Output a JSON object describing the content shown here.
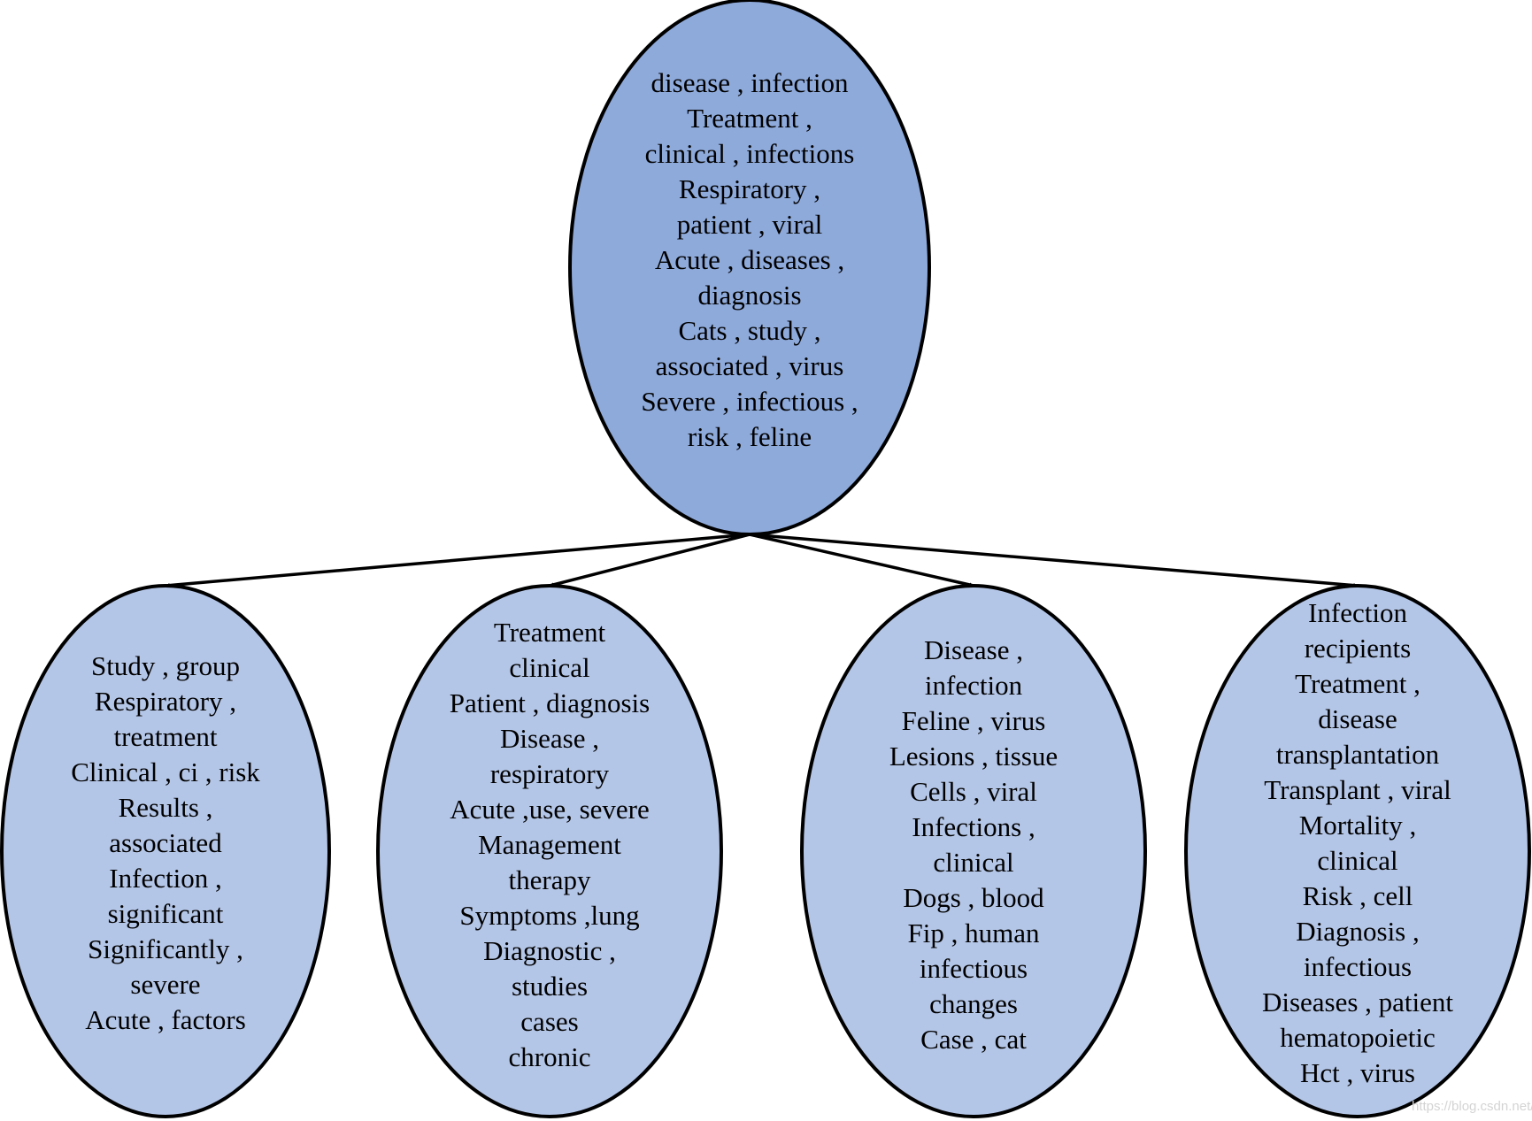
{
  "diagram": {
    "type": "tree",
    "root": {
      "id": "root",
      "lines": [
        "disease , infection",
        "Treatment ,",
        "clinical , infections",
        "Respiratory ,",
        "patient , viral",
        "Acute , diseases ,",
        "diagnosis",
        "Cats , study ,",
        "associated , virus",
        "Severe , infectious ,",
        "risk , feline"
      ],
      "fill": "#8EAADB"
    },
    "children": [
      {
        "id": "child-1",
        "lines": [
          "Study , group",
          "Respiratory ,",
          "treatment",
          "Clinical , ci , risk",
          "Results ,",
          "associated",
          "Infection ,",
          "significant",
          "Significantly ,",
          "severe",
          "Acute , factors"
        ],
        "fill": "#B4C6E7"
      },
      {
        "id": "child-2",
        "lines": [
          "Treatment",
          "clinical",
          "Patient , diagnosis",
          "Disease ,",
          "respiratory",
          "Acute ,use, severe",
          "Management",
          "therapy",
          "Symptoms ,lung",
          "Diagnostic ,",
          "studies",
          "cases",
          "chronic"
        ],
        "fill": "#B4C6E7"
      },
      {
        "id": "child-3",
        "lines": [
          "Disease ,",
          "infection",
          "Feline , virus",
          "Lesions , tissue",
          "Cells , viral",
          "Infections ,",
          "clinical",
          "Dogs , blood",
          "Fip , human",
          "infectious",
          "changes",
          "Case , cat"
        ],
        "fill": "#B4C6E7"
      },
      {
        "id": "child-4",
        "lines": [
          "Infection",
          "recipients",
          "Treatment ,",
          "disease",
          "transplantation",
          "Transplant , viral",
          "Mortality ,",
          "clinical",
          "Risk , cell",
          "Diagnosis ,",
          "infectious",
          "Diseases , patient",
          "hematopoietic",
          "Hct , virus"
        ],
        "fill": "#B4C6E7"
      }
    ],
    "edges": [
      {
        "from": "root",
        "to": "child-1"
      },
      {
        "from": "root",
        "to": "child-2"
      },
      {
        "from": "root",
        "to": "child-3"
      },
      {
        "from": "root",
        "to": "child-4"
      }
    ],
    "watermark": "https://blog.csdn.net/"
  }
}
